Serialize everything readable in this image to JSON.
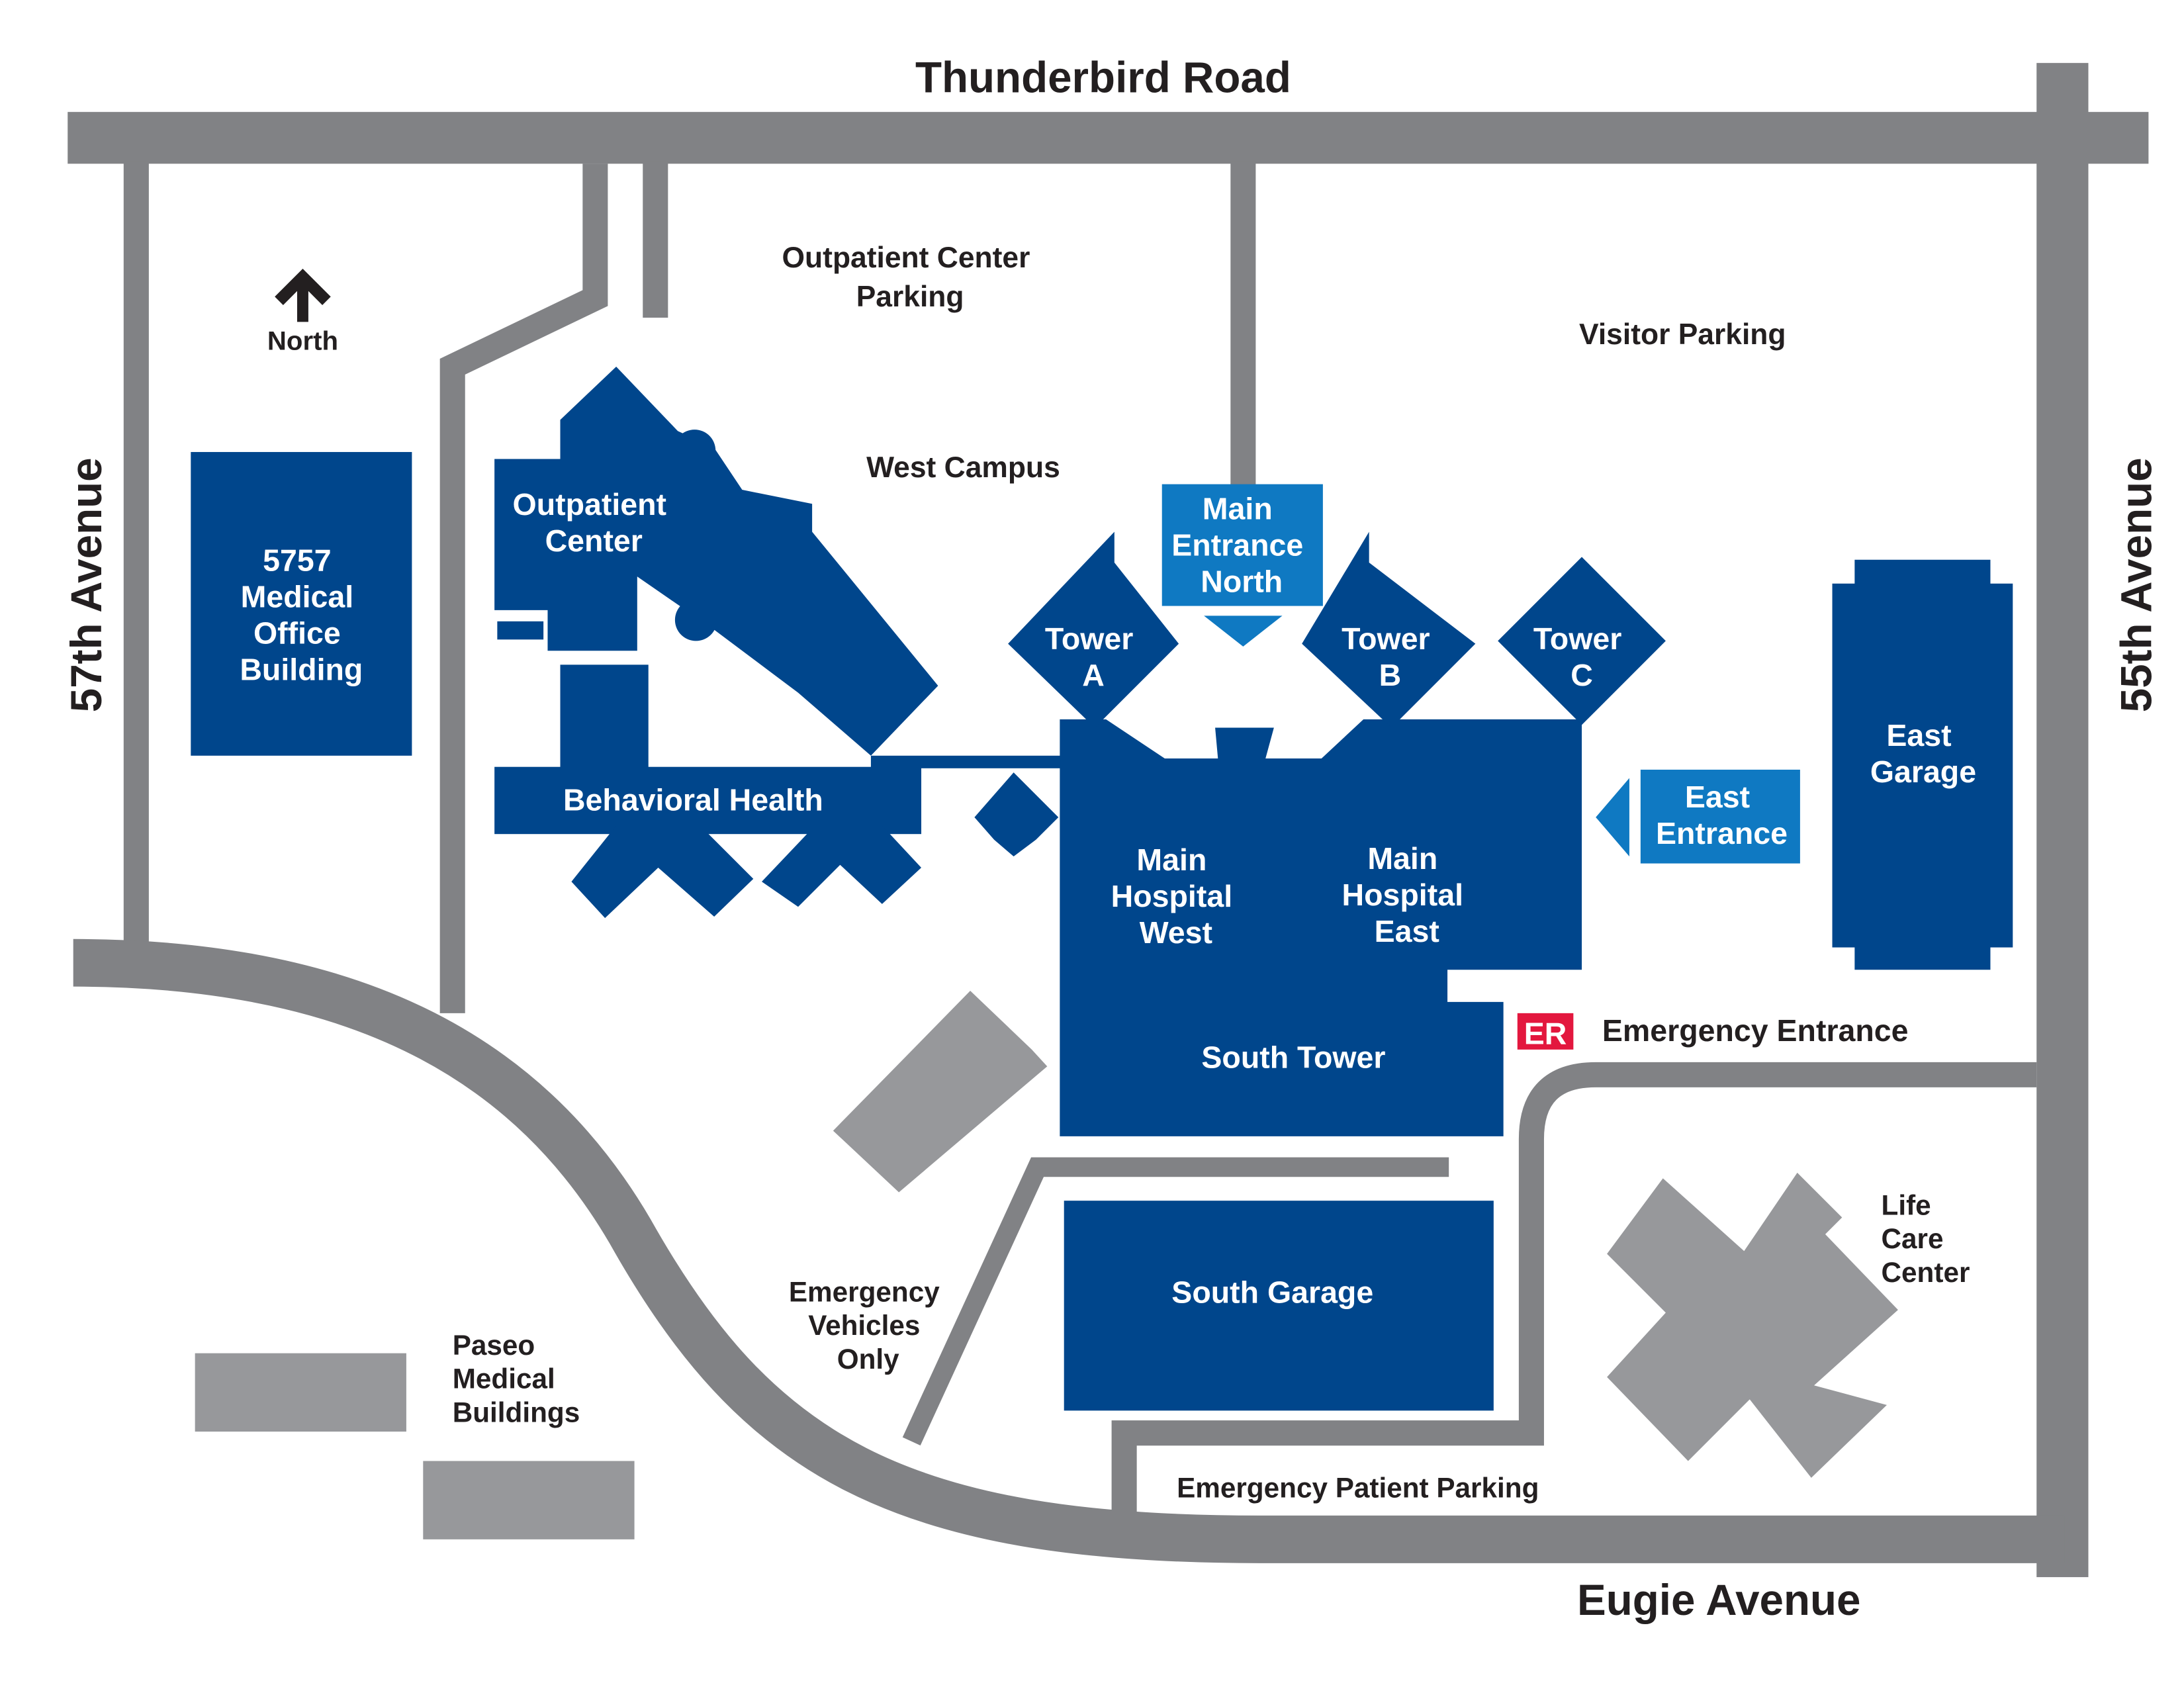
{
  "colors": {
    "building": "#00468c",
    "entrance": "#0f79c2",
    "road": "#818285",
    "gray_building": "#97989b",
    "er_badge": "#e3173e",
    "text_dark": "#231f20"
  },
  "roads": {
    "north": "Thunderbird Road",
    "west": "57th Avenue",
    "east": "55th Avenue",
    "south": "Eugie Avenue"
  },
  "compass": {
    "label": "North",
    "icon": "north-arrow-icon"
  },
  "buildings": {
    "medical_office": [
      "5757",
      "Medical",
      "Office",
      "Building"
    ],
    "outpatient_center": [
      "Outpatient",
      "Center"
    ],
    "behavioral_health": "Behavioral Health",
    "tower_a": [
      "Tower",
      "A"
    ],
    "tower_b": [
      "Tower",
      "B"
    ],
    "tower_c": [
      "Tower",
      "C"
    ],
    "main_hospital_west": [
      "Main",
      "Hospital",
      "West"
    ],
    "main_hospital_east": [
      "Main",
      "Hospital",
      "East"
    ],
    "south_tower": "South Tower",
    "east_garage": [
      "East",
      "Garage"
    ],
    "south_garage": "South Garage"
  },
  "entrances": {
    "main_north": [
      "Main",
      "Entrance",
      "North"
    ],
    "east": [
      "East",
      "Entrance"
    ],
    "er_badge": "ER",
    "emergency": "Emergency Entrance"
  },
  "areas": {
    "outpatient_parking": [
      "Outpatient Center",
      "Parking"
    ],
    "visitor_parking": "Visitor Parking",
    "west_campus": "West Campus",
    "emergency_vehicles": [
      "Emergency",
      "Vehicles",
      "Only"
    ],
    "paseo": [
      "Paseo",
      "Medical",
      "Buildings"
    ],
    "life_care": [
      "Life",
      "Care",
      "Center"
    ],
    "emergency_patient_parking": "Emergency Patient Parking"
  }
}
